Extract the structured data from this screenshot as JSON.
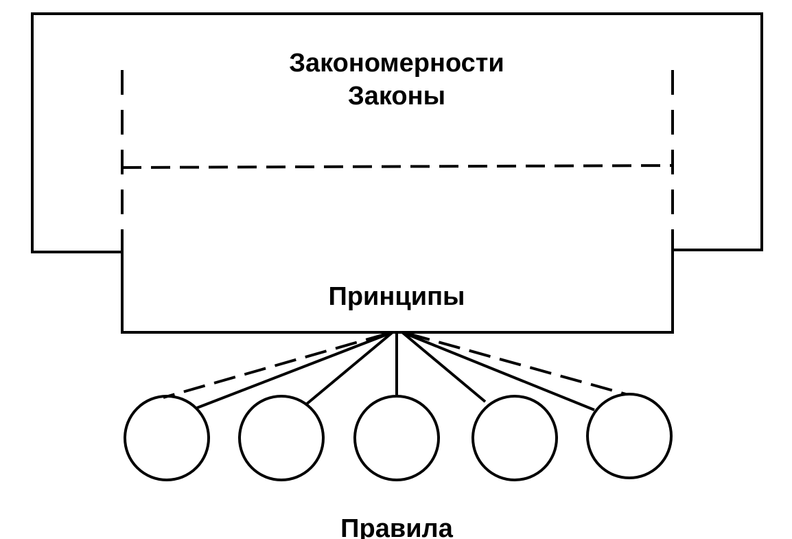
{
  "labels": {
    "top_line1": "Закономерности",
    "top_line2": "Законы",
    "middle": "Принципы",
    "bottom": "Правила"
  },
  "rules_count": 5,
  "colors": {
    "ink": "#000000",
    "background": "#ffffff"
  }
}
